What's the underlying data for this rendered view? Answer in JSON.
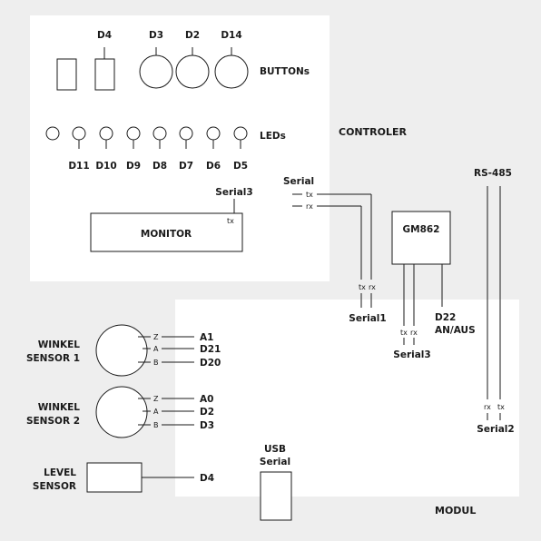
{
  "controller": {
    "title": "CONTROLER",
    "buttons_label": "BUTTONs",
    "leds_label": "LEDs",
    "button_pins": [
      "D4",
      "D3",
      "D2",
      "D14"
    ],
    "led_pins": [
      "D11",
      "D10",
      "D9",
      "D8",
      "D7",
      "D6",
      "D5"
    ],
    "led_colors": {
      "on": "#f07c6e",
      "off": "#ffffff"
    },
    "monitor": {
      "label": "MONITOR",
      "port": "Serial3",
      "pin": "tx"
    },
    "serial": {
      "label": "Serial",
      "tx": "tx",
      "rx": "rx"
    }
  },
  "modul": {
    "title": "MODUL",
    "gm": {
      "label": "GM862",
      "port": "Serial3",
      "tx": "tx",
      "rx": "rx",
      "pin": "D22",
      "pin_sub": "AN/AUS"
    },
    "serial1": {
      "label": "Serial1",
      "tx": "tx",
      "rx": "rx"
    },
    "rs485": {
      "label": "RS-485",
      "port": "Serial2",
      "rx": "rx",
      "tx": "tx"
    },
    "winkel1": {
      "line1": "WINKEL",
      "line2": "SENSOR 1",
      "pins": [
        {
          "ch": "Z",
          "pin": "A1"
        },
        {
          "ch": "A",
          "pin": "D21"
        },
        {
          "ch": "B",
          "pin": "D20"
        }
      ]
    },
    "winkel2": {
      "line1": "WINKEL",
      "line2": "SENSOR 2",
      "pins": [
        {
          "ch": "Z",
          "pin": "A0"
        },
        {
          "ch": "A",
          "pin": "D2"
        },
        {
          "ch": "B",
          "pin": "D3"
        }
      ]
    },
    "level": {
      "line1": "LEVEL",
      "line2": "SENSOR",
      "pin": "D4"
    },
    "usb": {
      "line1": "USB",
      "line2": "Serial"
    }
  }
}
